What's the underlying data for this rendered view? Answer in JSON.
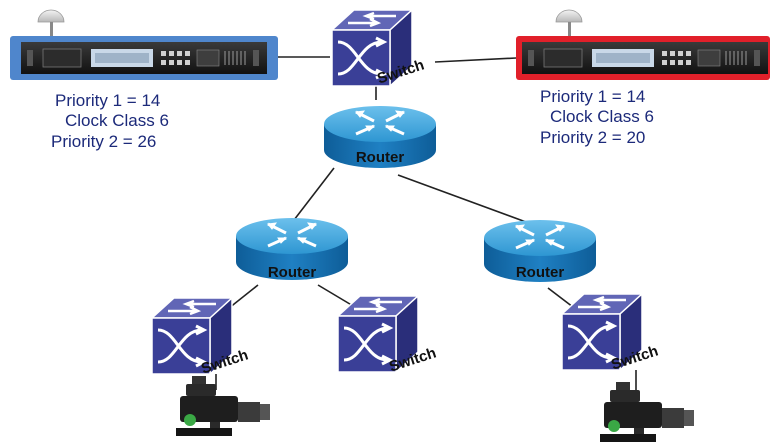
{
  "clocks": [
    {
      "id": "left",
      "frame_color": "#4f86cc",
      "priority1": "Priority 1 = 14",
      "clock_class": "Clock Class 6",
      "priority2": "Priority 2 = 26"
    },
    {
      "id": "right",
      "frame_color": "#e1202a",
      "priority1": "Priority 1 = 14",
      "clock_class": "Clock Class 6",
      "priority2": "Priority 2 = 20"
    }
  ],
  "devices": {
    "switch_label": "Switch",
    "router_label": "Router"
  },
  "colors": {
    "switch_fill": "#3a3f97",
    "switch_stroke": "#ffffff",
    "router_fill": "#1d7fc1",
    "link_line": "#222222",
    "text_blue": "#1c2a7a"
  }
}
